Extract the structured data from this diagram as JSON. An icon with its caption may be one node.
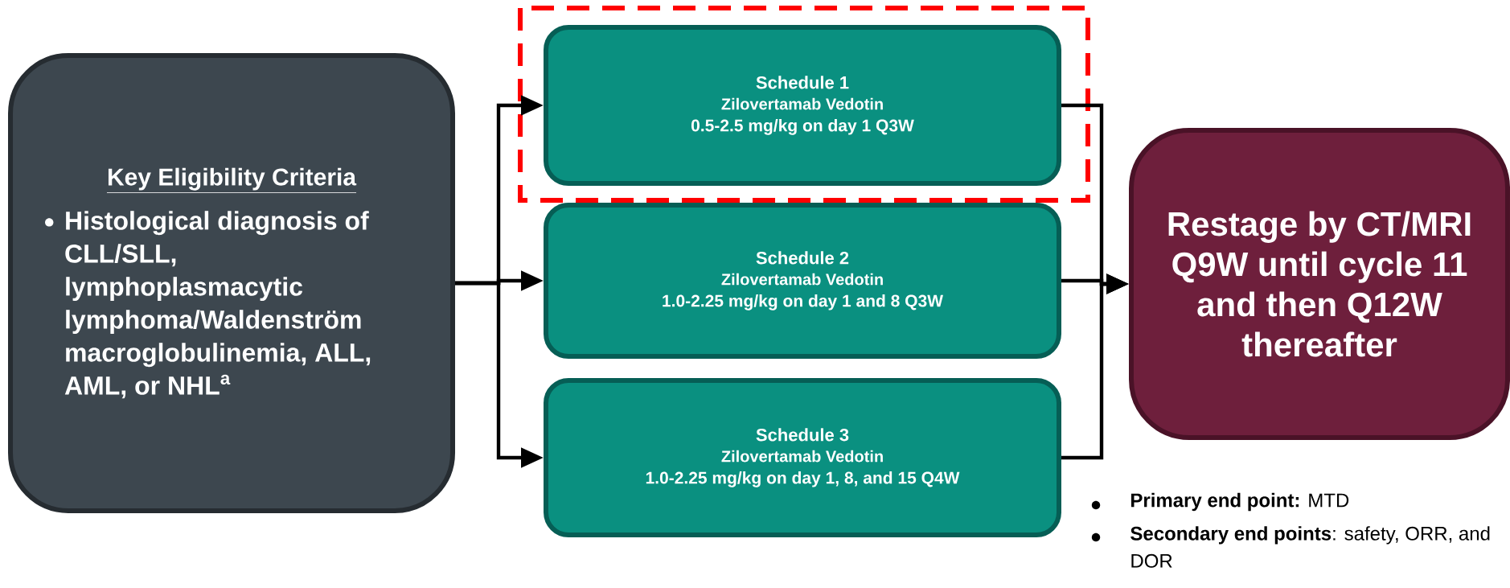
{
  "diagram": {
    "nodes": [
      {
        "text": [
          "Key Eligibility Criteria",
          "Histological diagnosis of CLL/SLL, lymphoplasmacytic lymphoma/Waldenström macroglobulinemia, ALL, AML, or NHL$^{a}$"
        ]
      },
      {
        "text": [
          "Schedule 1",
          "Zilovertamab Vedotin",
          "0.5-2.5 mg/kg on day 1 Q3W"
        ]
      },
      {
        "text": [
          "Schedule 2",
          "Zilovertamab Vedotin",
          "1.0-2.25 mg/kg on day 1 and 8 Q3W"
        ]
      },
      {
        "text": [
          "Schedule 3",
          "Zilovertamab Vedotin",
          "1.0-2.25 mg/kg on day 1, 8, and 15 Q4W"
        ]
      },
      {
        "text": [
          "Restage by CT/MRI Q9W until cycle 11 and then Q12W thereafter"
        ]
      }
    ],
    "edges": [
      {
        "from": 0,
        "to": 1,
        "arrow": "to"
      },
      {
        "from": 0,
        "to": 2,
        "arrow": "to"
      },
      {
        "from": 0,
        "to": 3,
        "arrow": "to"
      },
      {
        "from": 1,
        "to": 4,
        "arrow": "to"
      },
      {
        "from": 2,
        "to": 4,
        "arrow": "to"
      },
      {
        "from": 3,
        "to": 4,
        "arrow": "to"
      }
    ],
    "labels": [
      "**Primary end point:** MTD",
      "**Secondary end points**: safety, ORR, and DOR"
    ]
  }
}
